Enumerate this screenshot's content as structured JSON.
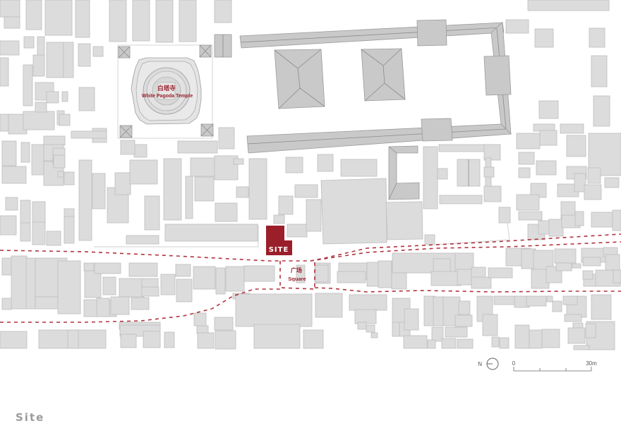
{
  "title": "Site",
  "landmarks": {
    "temple": {
      "name_cn": "白塔寺",
      "name_en": "White Pagoda Temple"
    },
    "site": {
      "label": "SITE"
    },
    "square": {
      "name_cn": "广场",
      "name_en": "Square"
    }
  },
  "north_arrow": {
    "label": "N"
  },
  "scale_bar": {
    "start": "0",
    "end": "30m",
    "ticks": 4
  },
  "colors": {
    "accent": "#9a1f2a",
    "route": "#b0323d",
    "building": "#dcdcdc",
    "building_outline": "#bdbdbd",
    "roof_dark": "#c9c9c9",
    "caption": "#9b9b9b"
  }
}
